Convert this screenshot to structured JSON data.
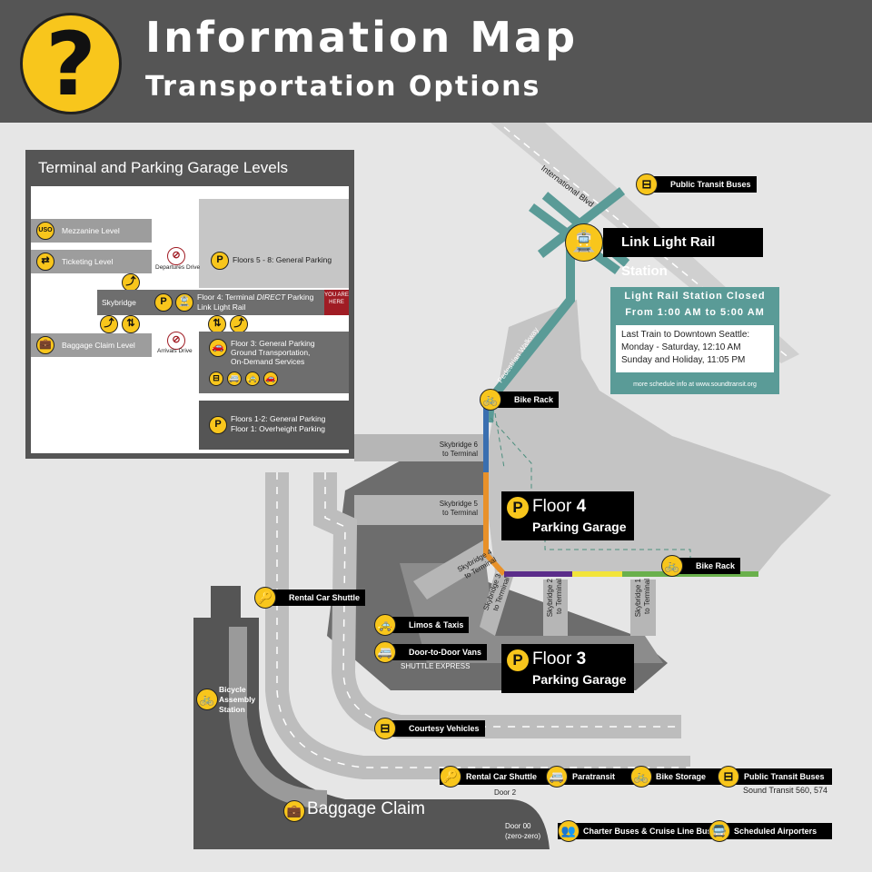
{
  "header": {
    "title": "Information Map",
    "subtitle": "Transportation Options",
    "help_glyph": "?"
  },
  "legend": {
    "title": "Terminal and Parking Garage Levels",
    "uso_badge": "USO",
    "mezzanine": "Mezzanine Level",
    "ticketing": "Ticketing Level",
    "departures": "Departures Drive",
    "floors_5_8": "Floors 5 - 8: General Parking",
    "skybridge": "Skybridge",
    "floor4_a": "Floor 4: Terminal",
    "floor4_direct": "DIRECT",
    "floor4_b": "Parking",
    "floor4_c": "Link Light Rail",
    "you_are_here": "YOU ARE HERE",
    "baggage": "Baggage Claim Level",
    "arrivals": "Arrivals Drive",
    "floor3_a": "Floor 3: General Parking",
    "floor3_b": "Ground Transportation,",
    "floor3_c": "On-Demand Services",
    "floors_1_2_a": "Floors 1-2: General Parking",
    "floors_1_2_b": "Floor 1: Overheight Parking",
    "p_glyph": "P"
  },
  "map": {
    "intl_blvd": "International Blvd",
    "public_transit_top": "Public Transit Buses",
    "link_rail": "Link Light Rail Station",
    "rail_closed": {
      "line1": "Light Rail Station Closed",
      "line2": "From 1:00 AM to 5:00 AM",
      "body1": "Last Train to Downtown Seattle:",
      "body2": "Monday - Saturday, 12:10 AM",
      "body3": "Sunday and Holiday, 11:05 PM",
      "footer": "more schedule info at www.soundtransit.org"
    },
    "pedestrian_walkway": "Pedestrian Walkway",
    "bike_rack_1": "Bike Rack",
    "bike_rack_2": "Bike Rack",
    "skybridge6": [
      "Skybridge 6",
      "to Terminal"
    ],
    "skybridge5": [
      "Skybridge 5",
      "to Terminal"
    ],
    "skybridge4": [
      "Skybridge 4",
      "to Terminal"
    ],
    "skybridge3": [
      "Skybridge 3",
      "to Terminal"
    ],
    "skybridge2": [
      "Skybridge 2",
      "to Terminal"
    ],
    "skybridge1": [
      "Skybridge 1",
      "to Terminal"
    ],
    "floor4": {
      "a": "Floor ",
      "num": "4",
      "b": "Parking Garage"
    },
    "floor3": {
      "a": "Floor ",
      "num": "3",
      "b": "Parking Garage"
    },
    "rental_shuttle_top": "Rental Car Shuttle",
    "limos": "Limos & Taxis",
    "door_vans": "Door-to-Door Vans",
    "shuttle_express": "SHUTTLE EXPRESS",
    "bicycle_assembly": [
      "Bicycle",
      "Assembly",
      "Station"
    ],
    "courtesy": "Courtesy Vehicles",
    "rental_shuttle_bottom": "Rental Car Shuttle",
    "paratransit": "Paratransit",
    "bike_storage": "Bike Storage",
    "public_transit_bottom": "Public Transit Buses",
    "sound_transit": "Sound Transit 560, 574",
    "door2": "Door 2",
    "baggage_claim": "Baggage Claim",
    "door00": [
      "Door 00",
      "(zero-zero)"
    ],
    "charter": "Charter Buses & Cruise Line Buses",
    "airporters": "Scheduled Airporters"
  },
  "colors": {
    "yellow": "#f8c61c",
    "teal": "#5a9b97",
    "header_gray": "#555555",
    "skybridge_blue": "#3a6fb0",
    "skybridge_orange": "#e8912a",
    "skybridge_purple": "#5b2c8a",
    "skybridge_yellow": "#f2e43a",
    "skybridge_green": "#6ab04c",
    "you_are_here_red": "#a01c24"
  },
  "icons": [
    "help-icon",
    "bus-icon",
    "train-icon",
    "bike-icon",
    "parking-icon",
    "car-icon",
    "taxi-icon",
    "van-icon",
    "luggage-icon",
    "escalator-icon",
    "elevator-icon",
    "pedestrian-icon",
    "no-stopping-icon",
    "airporter-icon",
    "charter-icon"
  ]
}
